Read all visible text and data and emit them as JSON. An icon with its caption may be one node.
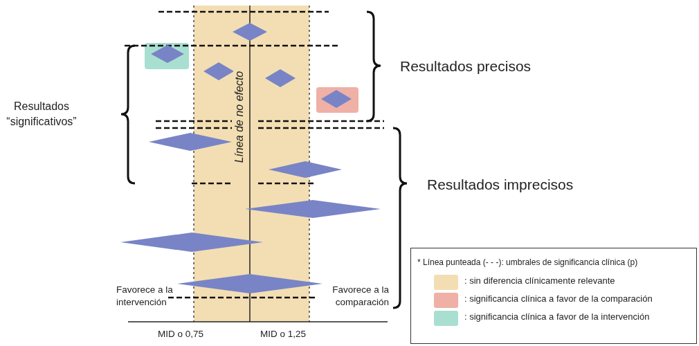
{
  "diagram": {
    "labels": [
      "Resultados precisos",
      "Resultados “significativos”",
      "Línea de no efecto",
      "Resultados imprecisos",
      "Favorece a la intervención",
      "Favorece a la comparación",
      "MID o 0,75",
      "MID o 1,25",
      "* Línea punteada (- - -): umbrales de significancia clínica (p)"
    ],
    "legend": [
      {
        "text": ": sin diferencia clínicamente relevante",
        "color": "#f3deb3"
      },
      {
        "text": ": significancia clínica a favor de la comparación",
        "color": "#efb0a6"
      },
      {
        "text": ": significancia clínica a favor de la intervención",
        "color": "#a9dfd0"
      }
    ]
  }
}
